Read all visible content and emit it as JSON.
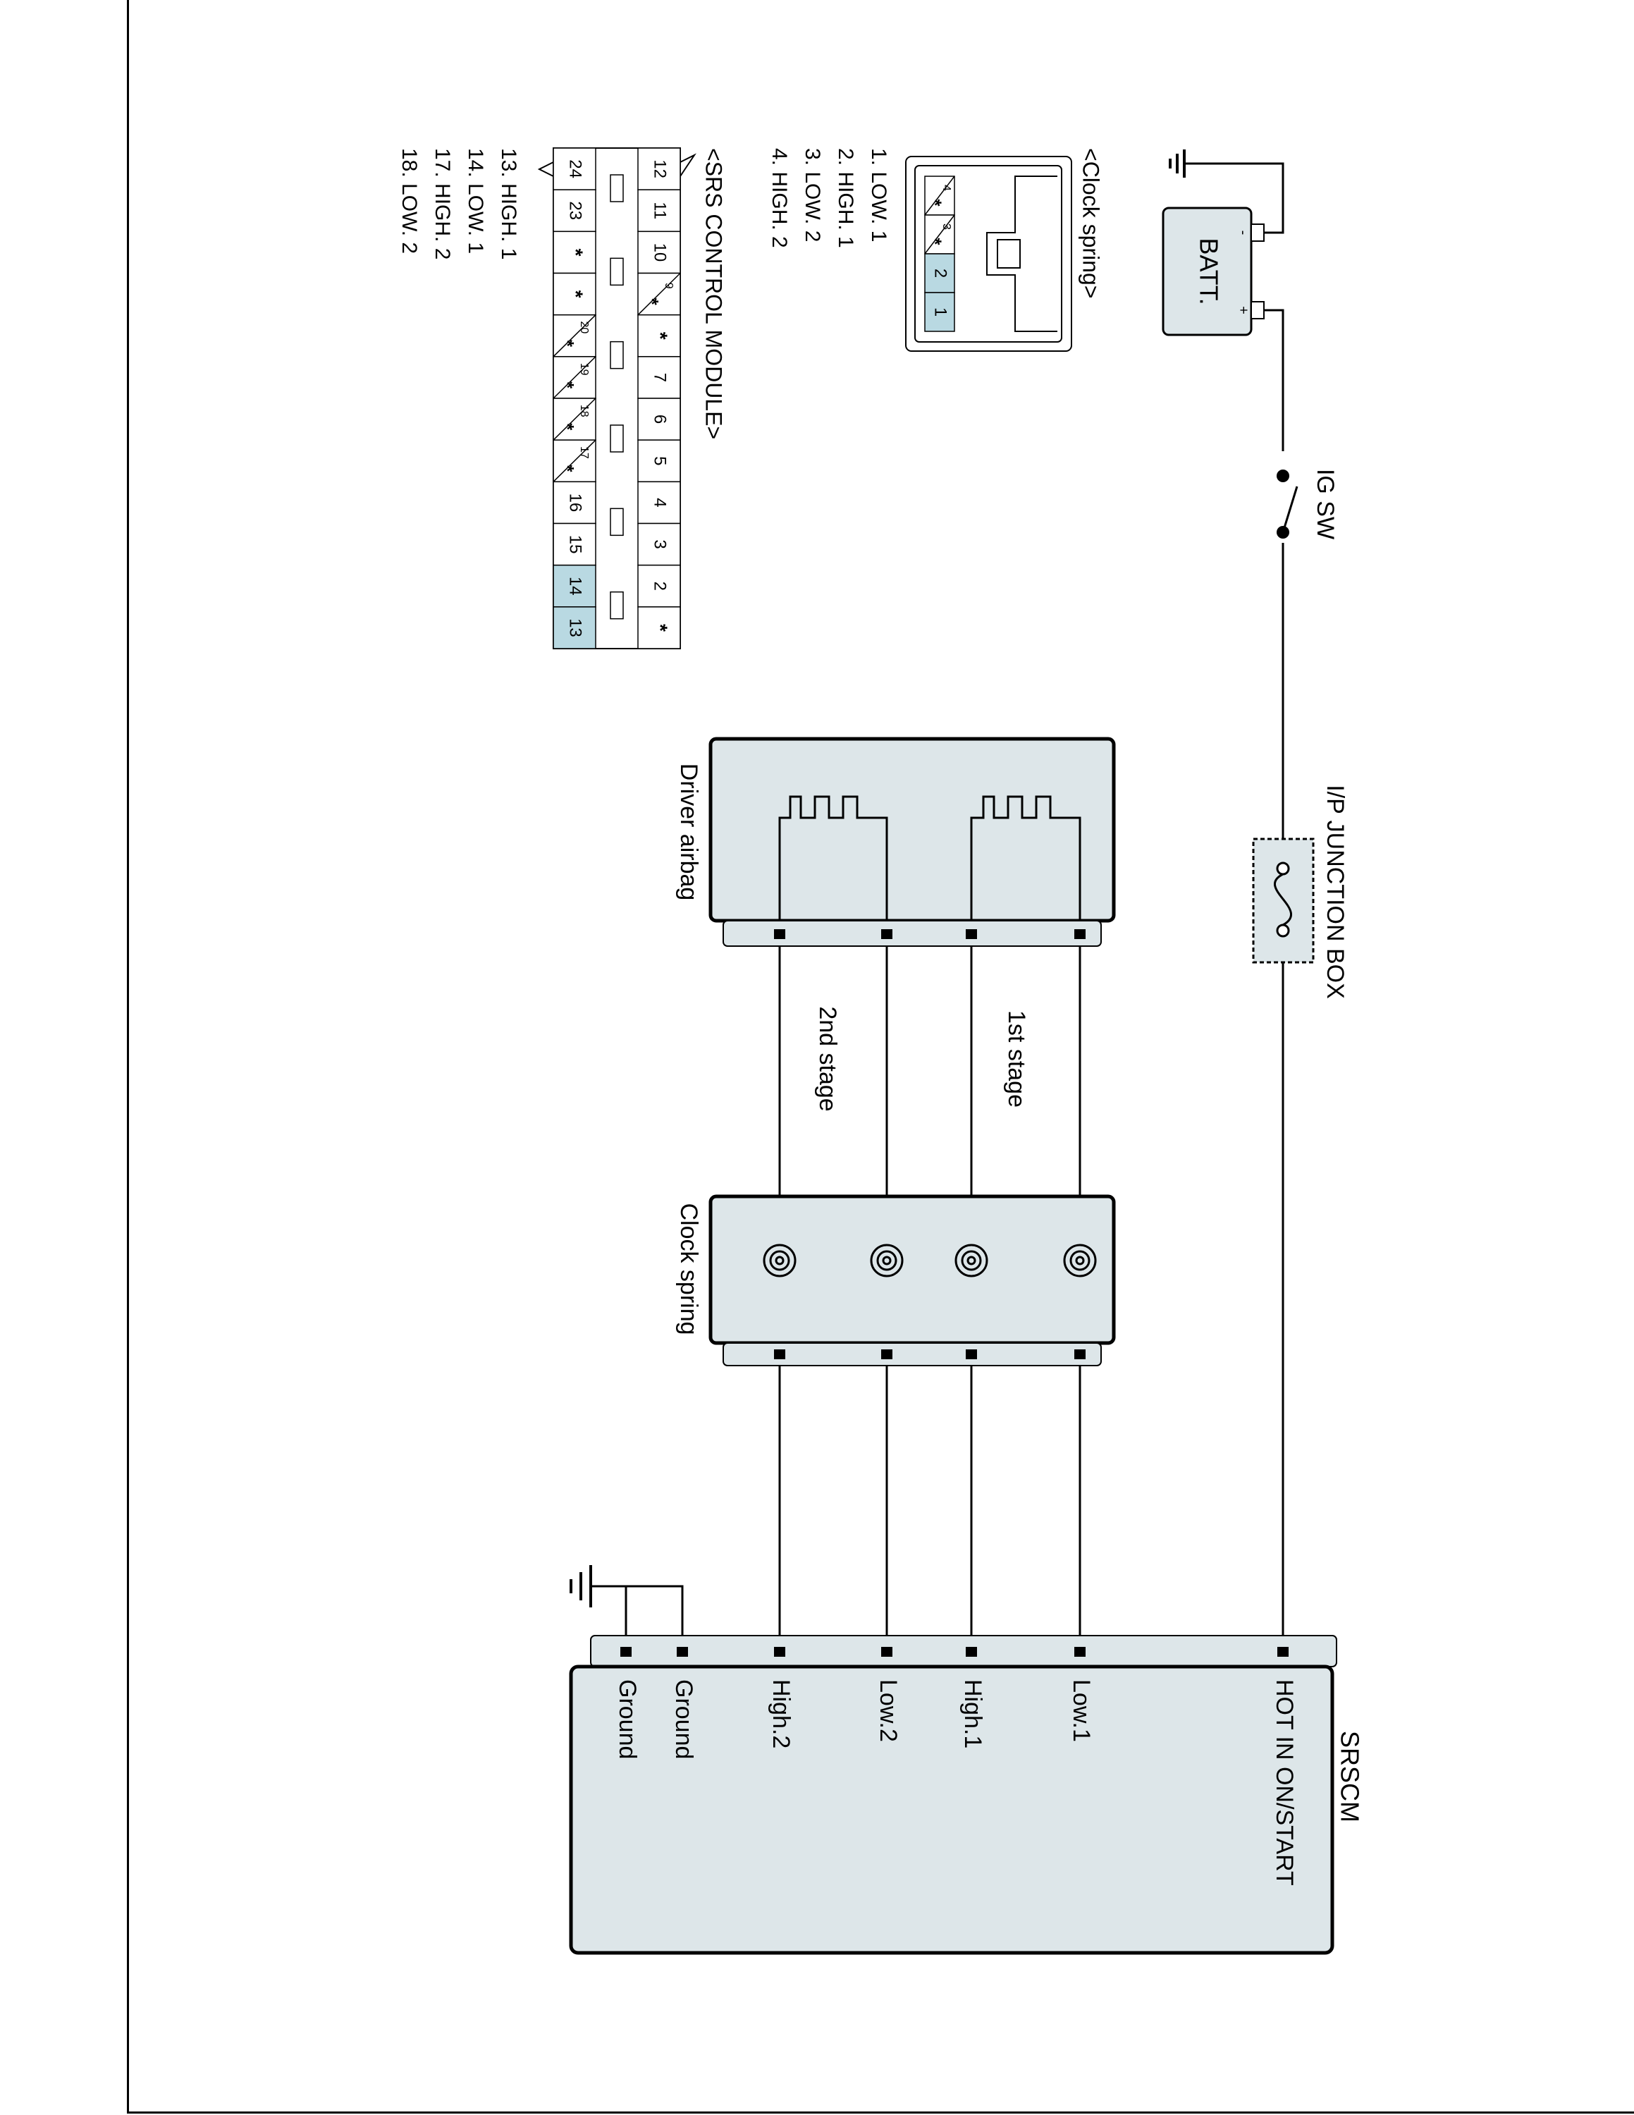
{
  "battery": {
    "label": "BATT.",
    "neg": "-",
    "pos": "+"
  },
  "ig_switch": {
    "label": "IG SW"
  },
  "junction_box": {
    "label": "I/P JUNCTION BOX"
  },
  "driver_airbag": {
    "label": "Driver airbag"
  },
  "clock_spring": {
    "label": "Clock spring"
  },
  "stages": {
    "first": "1st stage",
    "second": "2nd stage"
  },
  "srscm": {
    "title": "SRSCM",
    "pins": [
      "HOT IN ON/START",
      "Low.1",
      "High.1",
      "Low.2",
      "High.2",
      "Ground",
      "Ground"
    ]
  },
  "clock_spring_connector": {
    "title": "<Clock spring>",
    "cells": [
      {
        "num": "1",
        "mark": "",
        "hi": true
      },
      {
        "num": "2",
        "mark": "",
        "hi": true
      },
      {
        "num": "3",
        "mark": "*",
        "hi": false
      },
      {
        "num": "4",
        "mark": "*",
        "hi": false
      }
    ],
    "legend": [
      "1. LOW. 1",
      "2. HIGH. 1",
      "3. LOW. 2",
      "4. HIGH. 2"
    ]
  },
  "srs_connector": {
    "title": "<SRS CONTROL MODULE>",
    "top_row": [
      {
        "num": "12",
        "mark": ""
      },
      {
        "num": "11",
        "mark": ""
      },
      {
        "num": "10",
        "mark": ""
      },
      {
        "num": "9",
        "mark": "*"
      },
      {
        "num": "",
        "mark": "*"
      },
      {
        "num": "7",
        "mark": ""
      },
      {
        "num": "6",
        "mark": ""
      },
      {
        "num": "5",
        "mark": ""
      },
      {
        "num": "4",
        "mark": ""
      },
      {
        "num": "3",
        "mark": ""
      },
      {
        "num": "2",
        "mark": ""
      },
      {
        "num": "",
        "mark": "*"
      }
    ],
    "bottom_row": [
      {
        "num": "24",
        "mark": "",
        "hi": false
      },
      {
        "num": "23",
        "mark": "",
        "hi": false
      },
      {
        "num": "",
        "mark": "*",
        "hi": false
      },
      {
        "num": "",
        "mark": "*",
        "hi": false
      },
      {
        "num": "20",
        "mark": "*",
        "hi": false
      },
      {
        "num": "19",
        "mark": "*",
        "hi": false
      },
      {
        "num": "18",
        "mark": "*",
        "hi": false
      },
      {
        "num": "17",
        "mark": "*",
        "hi": false
      },
      {
        "num": "16",
        "mark": "",
        "hi": false
      },
      {
        "num": "15",
        "mark": "",
        "hi": false
      },
      {
        "num": "14",
        "mark": "",
        "hi": true
      },
      {
        "num": "13",
        "mark": "",
        "hi": true
      }
    ],
    "legend": [
      "13. HIGH. 1",
      "14. LOW. 1",
      "17. HIGH. 2",
      "18. LOW. 2"
    ]
  },
  "colors": {
    "module_fill": "#dde6e9",
    "pin_highlight": "#b9d9e2",
    "line": "#000000"
  }
}
